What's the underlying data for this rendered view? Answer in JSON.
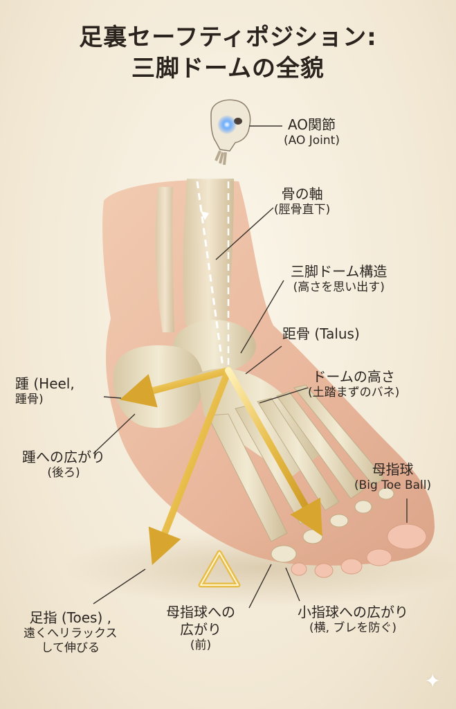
{
  "title_line1": "足裏セーフティポジション:",
  "title_line2": "三脚ドームの全貌",
  "labels": {
    "ao": {
      "main": "AO関節",
      "sub": "(AO Joint)"
    },
    "bone_axis": {
      "main": "骨の軸",
      "sub": "(脛骨直下)"
    },
    "tripod": {
      "main": "三脚ドーム構造",
      "sub": "(高さを思い出す)"
    },
    "talus": {
      "main": "距骨 (Talus)"
    },
    "heel": {
      "main": "踵 (Heel,",
      "sub": "踵骨)"
    },
    "dome_height": {
      "main": "ドームの高さ",
      "sub": "(土踏まずのバネ)"
    },
    "heel_spread": {
      "main": "踵への広がり",
      "sub": "(後ろ)"
    },
    "big_toe_ball": {
      "main": "母指球",
      "sub": "(Big Toe Ball)"
    },
    "toes": {
      "main": "足指 (Toes) ,",
      "sub1": "遠くへリラックス",
      "sub2": "して伸びる"
    },
    "big_toe_spread": {
      "main": "母指球への",
      "main2": "広がり",
      "sub": "(前)"
    },
    "little_toe_spread": {
      "main": "小指球への広がり",
      "sub": "(横, ブレを防ぐ)"
    }
  },
  "colors": {
    "arrow_gold": "#e0b23a",
    "skin": "#e9b79a",
    "bone": "#e6dcc1",
    "ao_glow": "#3f8cff"
  },
  "icons": [
    "skull-icon",
    "triangle-icon",
    "sparkle-icon"
  ]
}
